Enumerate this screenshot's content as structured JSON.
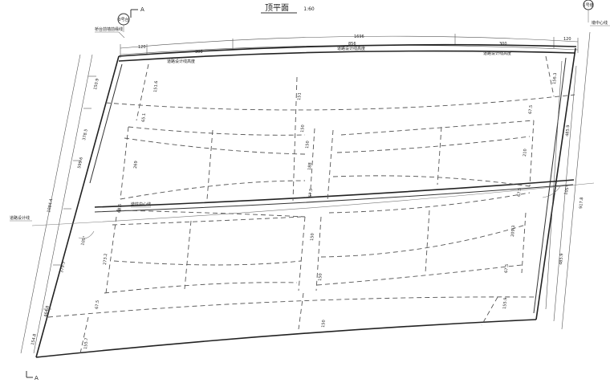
{
  "title": "顶平面",
  "scale": "1:60",
  "section_marks": [
    "A",
    "A"
  ],
  "axis_tags": [
    "0号台",
    "1号墩"
  ],
  "labels": {
    "abutment_line": "桥台前墙前缘线",
    "pier_center_line": "墩中心线",
    "road_design_line": "道路设计线",
    "bridge_center_line": "墩柱中心线",
    "road_design_height_top": "道路设计线高度",
    "road_design_height_left": "道路设计线高度",
    "road_design_height_right": "道路设计线高度"
  },
  "dims_top": {
    "outer_left": "120",
    "outer_right": "120",
    "total": "1696",
    "seg_left": "300",
    "seg_right": "300",
    "middle": "856"
  },
  "dims_left": [
    "150.9",
    "378.5",
    "1084.4",
    "599.6",
    "379.5",
    "464.8",
    "154.8"
  ],
  "dims_right": [
    "485.9",
    "485.9",
    "917.8"
  ],
  "angles": [
    "105°",
    "105°"
  ],
  "interior_dims": [
    "151.6",
    "65.1",
    "269",
    "68.6",
    "273.2",
    "67.5",
    "155.7",
    "151",
    "150",
    "150",
    "188",
    "67.5",
    "150",
    "150",
    "150",
    "156.3",
    "67.5",
    "210",
    "67.5",
    "209.3",
    "67.5",
    "155.9"
  ]
}
